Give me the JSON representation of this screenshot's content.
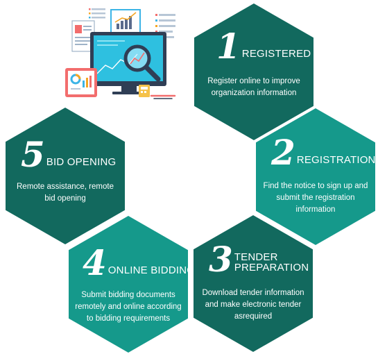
{
  "steps": [
    {
      "number": "1",
      "title": "REGISTERED",
      "description": "Register online to improve organization information"
    },
    {
      "number": "2",
      "title": "REGISTRATION",
      "description": "Find the notice to sign up and submit the registration information"
    },
    {
      "number": "3",
      "title": "TENDER PREPARATION",
      "description": "Download tender information and make electronic tender asrequired"
    },
    {
      "number": "4",
      "title": "ONLINE BIDDING",
      "description": "Submit bidding documents remotely and online according to bidding requirements"
    },
    {
      "number": "5",
      "title": "BID OPENING",
      "description": "Remote assistance, remote bid opening"
    }
  ],
  "colors": {
    "dark_teal": "#12695e",
    "light_teal": "#15998b"
  },
  "illustration": {
    "icon": "computer-analytics-illustration"
  }
}
